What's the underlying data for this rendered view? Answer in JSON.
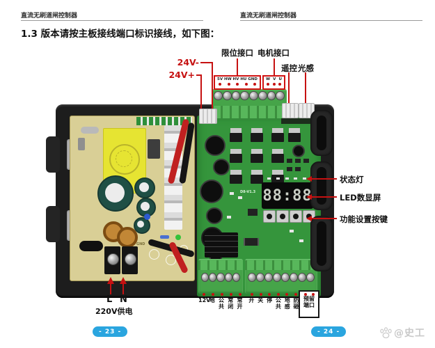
{
  "page": {
    "header_left": "直流无刷道闸控制器",
    "header_right": "直流无刷道闸控制器",
    "heading": "1.3 版本请按主板接线端口标识接线，如下图：",
    "page_num_left": "- 23 -",
    "page_num_right": "- 24 -",
    "watermark": "@史工"
  },
  "callouts": {
    "power_minus": "24V-",
    "power_plus": "24V+",
    "limit_port": "限位接口",
    "motor_port": "电机接口",
    "remote": "遥控",
    "light_sensor": "光感",
    "status_light": "状态灯",
    "led_display": "LED数显屏",
    "function_keys": "功能设置按键",
    "line_live": "L",
    "line_neutral": "N",
    "mains_supply": "220V供电"
  },
  "board": {
    "version_label": "D8-V1.3",
    "display_value": "88:88",
    "silk_gnd": "GND",
    "top_terminals_limit": [
      "5V",
      "HW",
      "HV",
      "HU",
      "GND"
    ],
    "top_terminals_motor": [
      "W",
      "V",
      "U"
    ],
    "bottom_terminals_left": [
      "12V",
      "地",
      "公\n共",
      "常\n闭",
      "常\n开"
    ],
    "bottom_terminals_right": [
      "开",
      "关",
      "停",
      "公\n共",
      "地\n感",
      "防\n砸"
    ],
    "reserved_port": "预留\n端口"
  },
  "colors": {
    "callout_red": "#c61111",
    "badge_blue": "#2aa5df",
    "pcb_green": "#35953c",
    "pcb_tan": "#d9cf96"
  }
}
